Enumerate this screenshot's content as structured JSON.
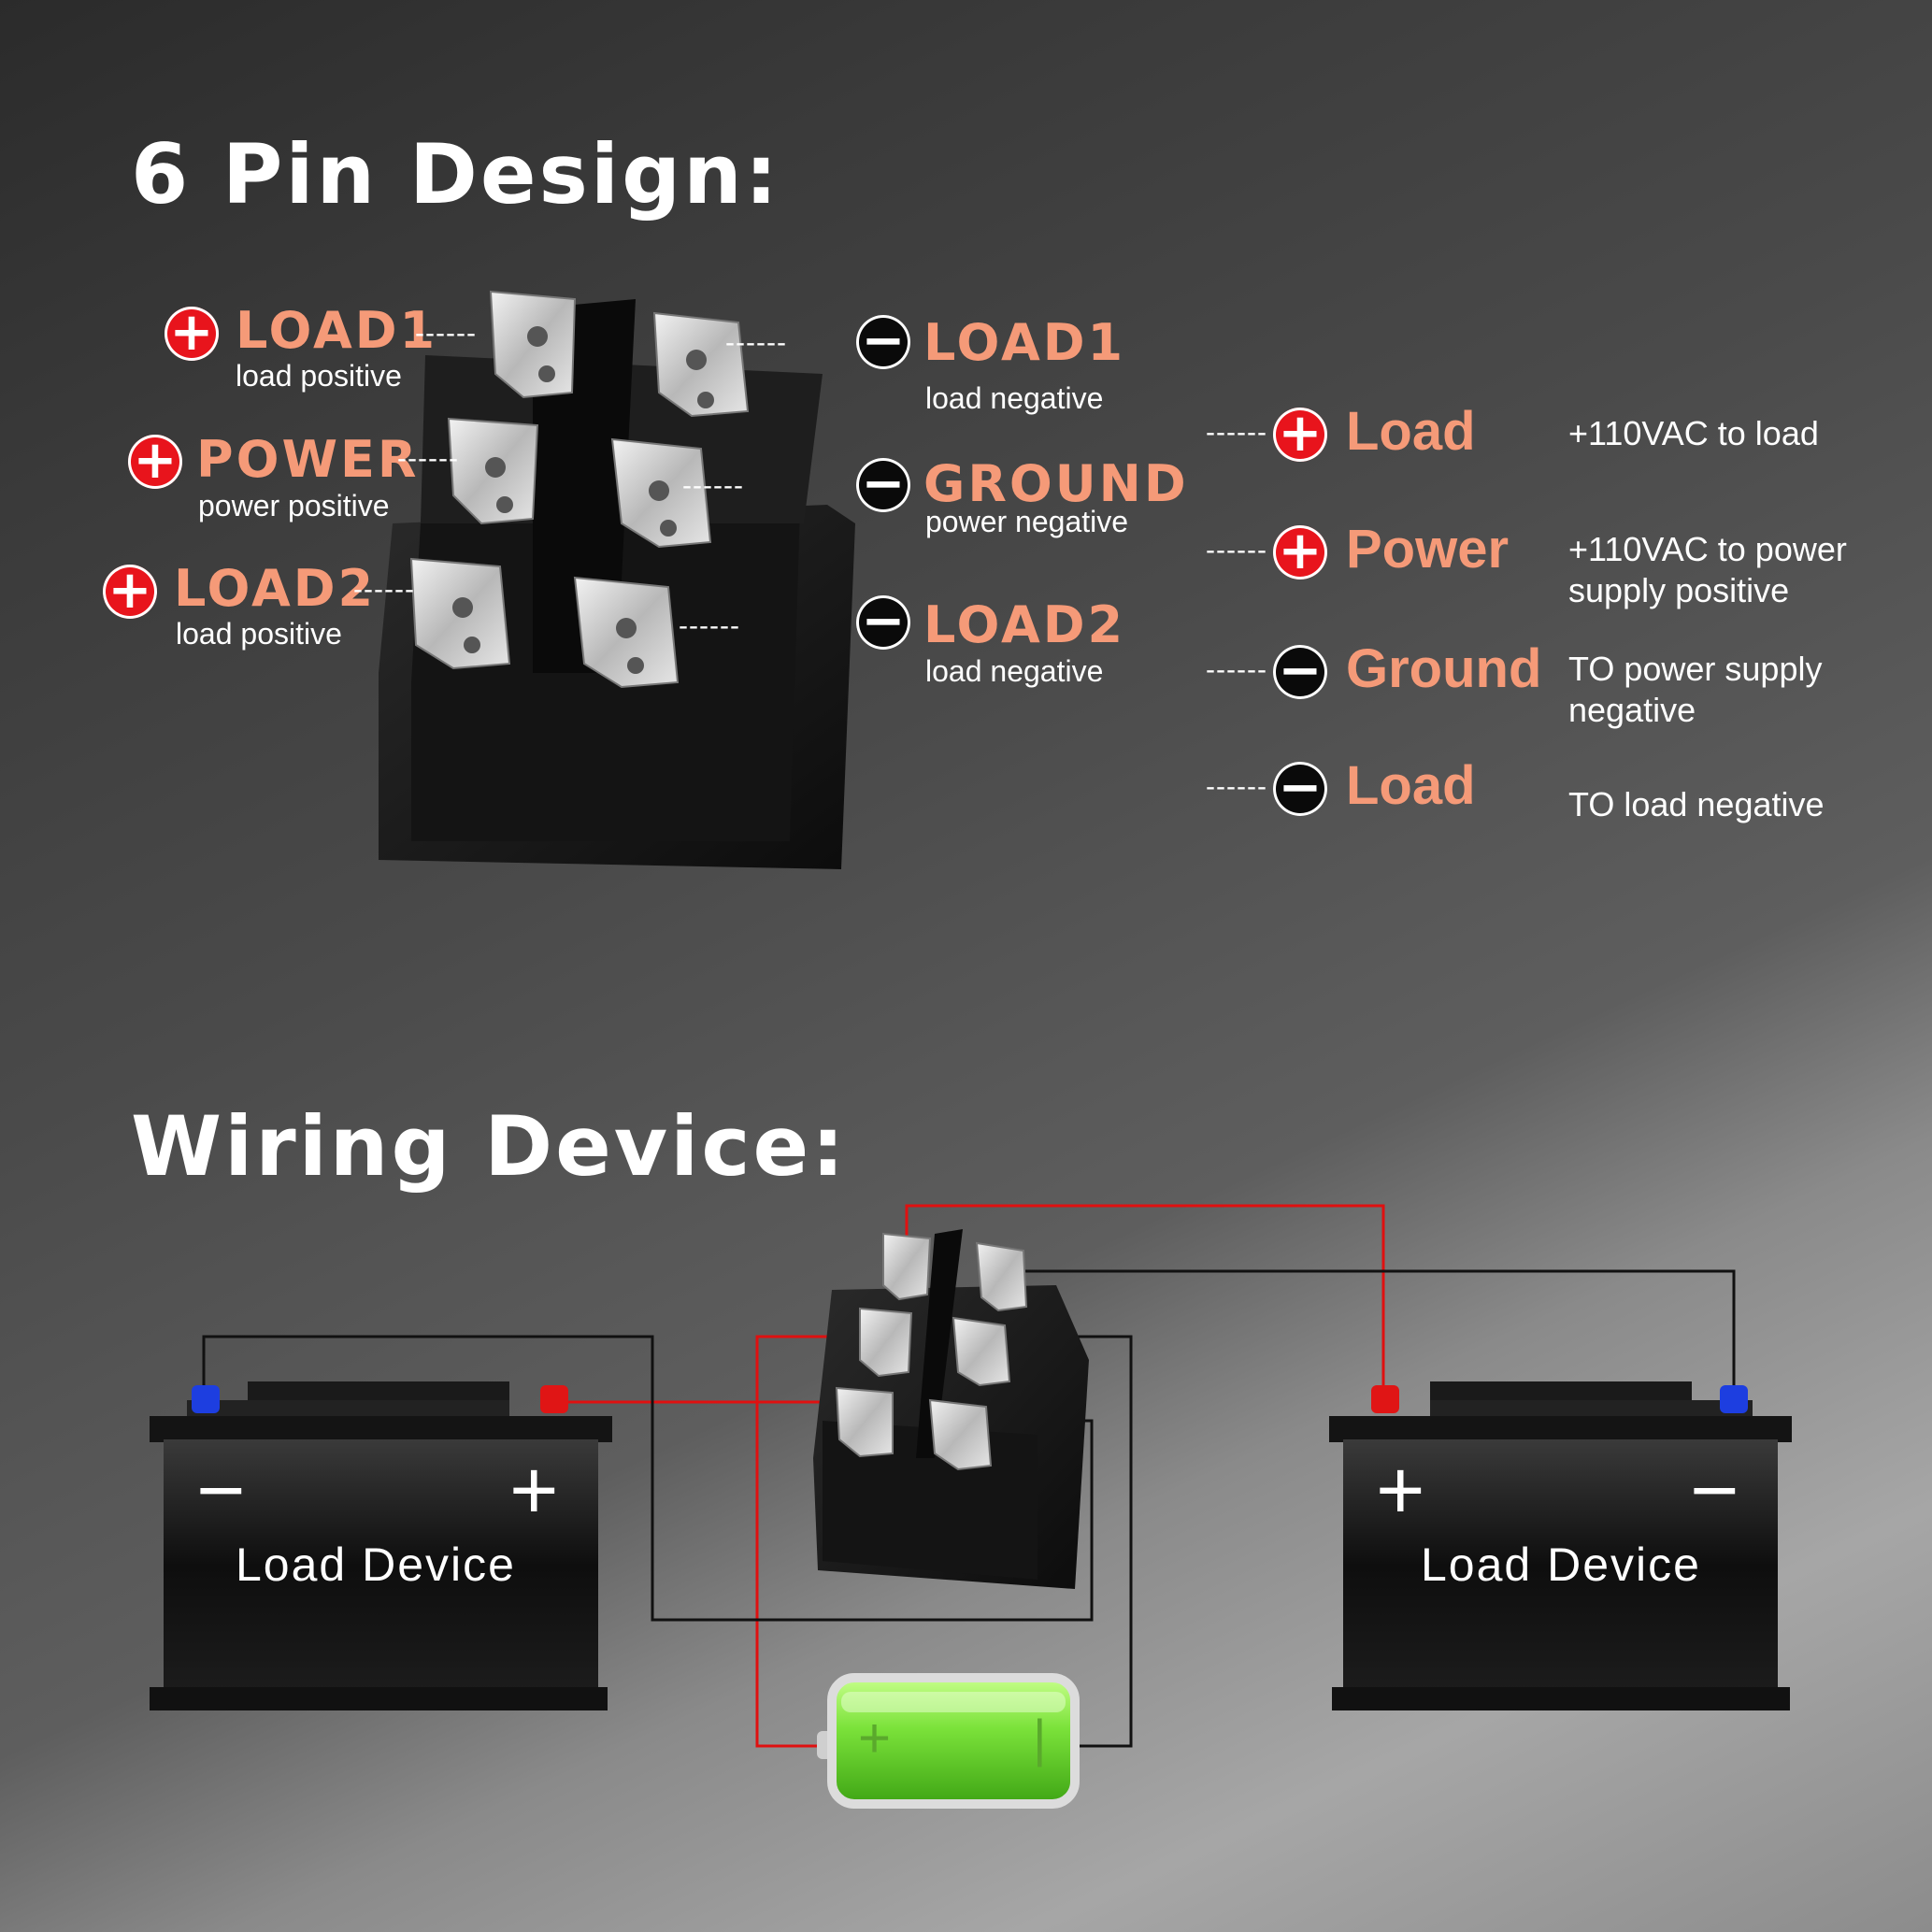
{
  "sections": {
    "pin_title": "6 Pin Design:",
    "wiring_title": "Wiring Device:"
  },
  "pins": {
    "left": [
      {
        "name": "LOAD1",
        "desc": "load positive",
        "sign": "+"
      },
      {
        "name": "POWER",
        "desc": "power positive",
        "sign": "+"
      },
      {
        "name": "LOAD2",
        "desc": "load positive",
        "sign": "+"
      }
    ],
    "right": [
      {
        "name": "LOAD1",
        "desc": "load negative",
        "sign": "−"
      },
      {
        "name": "GROUND",
        "desc": "power negative",
        "sign": "−"
      },
      {
        "name": "LOAD2",
        "desc": "load negative",
        "sign": "−"
      }
    ]
  },
  "legend": [
    {
      "sign": "+",
      "name": "Load",
      "desc": "+110VAC to load"
    },
    {
      "sign": "+",
      "name": "Power",
      "desc": "+110VAC to power supply positive"
    },
    {
      "sign": "−",
      "name": "Ground",
      "desc": "TO  power supply negative"
    },
    {
      "sign": "−",
      "name": "Load",
      "desc": "TO  load negative"
    }
  ],
  "devices": {
    "left": {
      "label": "Load Device",
      "sign_left": "−",
      "sign_right": "+"
    },
    "right": {
      "label": "Load Device",
      "sign_left": "+",
      "sign_right": "−"
    }
  },
  "battery": {
    "sign_left": "+",
    "sign_right": "|"
  },
  "leader": "------",
  "colors": {
    "accent": "#f59a78",
    "positive": "#e8141c",
    "negative": "#0a0a0a",
    "wire_red": "#e01010",
    "wire_black": "#111111",
    "battery_green": "#7be23a"
  }
}
